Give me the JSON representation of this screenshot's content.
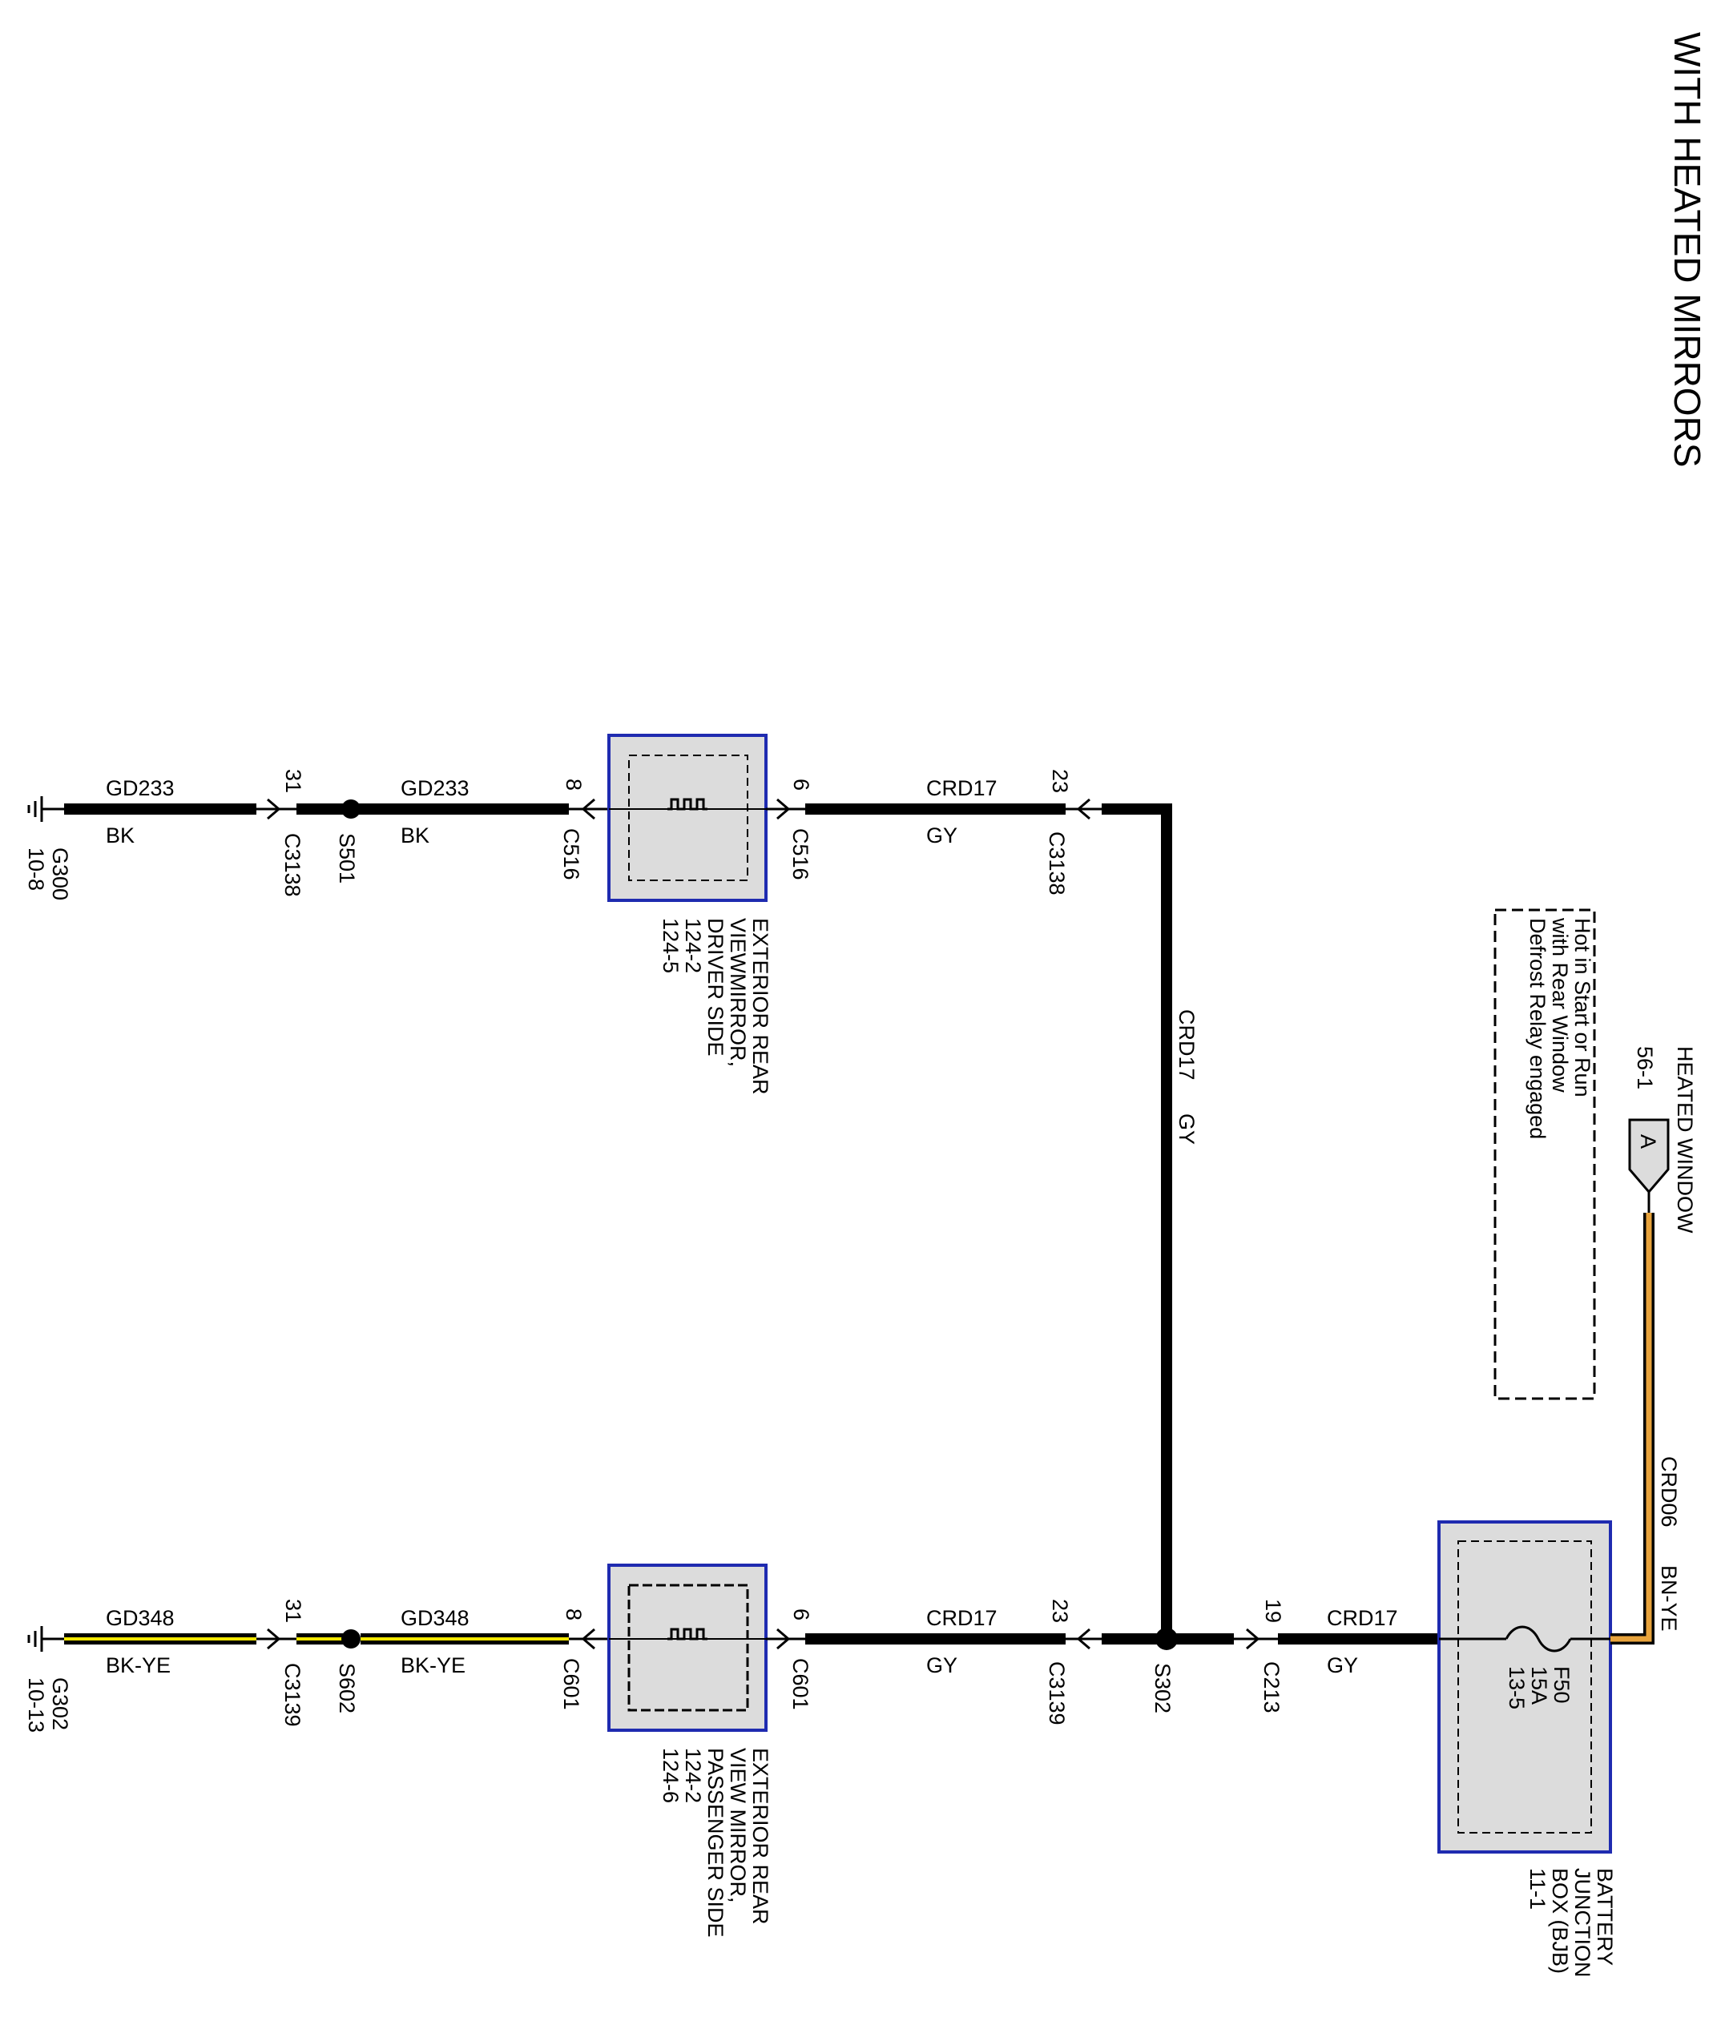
{
  "title": "WITH HEATED MIRRORS",
  "colors": {
    "wire": "#000000",
    "yellow": "#f2e600",
    "orange": "#e8a33c",
    "module_fill": "#dcdcdc",
    "module_border": "#1f2bb0",
    "background": "#ffffff"
  },
  "top_circuit": {
    "ground": {
      "name": "G300",
      "page": "10-8"
    },
    "wire1": {
      "circuit": "GD233",
      "color": "BK"
    },
    "connector1": {
      "name": "C3138",
      "pin": "31"
    },
    "splice": "S501",
    "wire2": {
      "circuit": "GD233",
      "color": "BK"
    },
    "mirror_in": {
      "name": "C516",
      "pin": "8"
    },
    "mirror_out": {
      "name": "C516",
      "pin": "6"
    },
    "wire3": {
      "circuit": "CRD17",
      "color": "GY"
    },
    "connector2": {
      "name": "C3138",
      "pin": "23"
    },
    "vertical_wire": {
      "circuit": "CRD17",
      "color": "GY"
    },
    "component": {
      "lines": [
        "EXTERIOR REAR",
        "VIEWMIRROR,",
        "DRIVER SIDE",
        "124-2",
        "124-5"
      ]
    }
  },
  "bottom_circuit": {
    "ground": {
      "name": "G302",
      "page": "10-13"
    },
    "wire1": {
      "circuit": "GD348",
      "color": "BK-YE"
    },
    "connector1": {
      "name": "C3139",
      "pin": "31"
    },
    "splice": "S602",
    "wire2": {
      "circuit": "GD348",
      "color": "BK-YE"
    },
    "mirror_in": {
      "name": "C601",
      "pin": "8"
    },
    "mirror_out": {
      "name": "C601",
      "pin": "6"
    },
    "wire3": {
      "circuit": "CRD17",
      "color": "GY"
    },
    "connector2": {
      "name": "C3139",
      "pin": "23"
    },
    "splice2": "S302",
    "connector3": {
      "name": "C213",
      "pin": "19"
    },
    "wire4": {
      "circuit": "CRD17",
      "color": "GY"
    },
    "component": {
      "lines": [
        "EXTERIOR REAR",
        "VIEW MIRROR,",
        "PASSENGER SIDE",
        "124-2",
        "124-6"
      ]
    }
  },
  "bjb": {
    "fuse": [
      "F50",
      "15A",
      "13-5"
    ],
    "label": [
      "BATTERY",
      "JUNCTION",
      "BOX (BJB)",
      "11-1"
    ]
  },
  "feed": {
    "wire": {
      "circuit": "CRD06",
      "color": "BN-YE"
    },
    "offpage": {
      "letter": "A",
      "page": "56-1",
      "label": "HEATED WINDOW"
    },
    "note": [
      "Hot in Start or Run",
      "with Rear Window",
      "Defrost Relay engaged"
    ]
  }
}
